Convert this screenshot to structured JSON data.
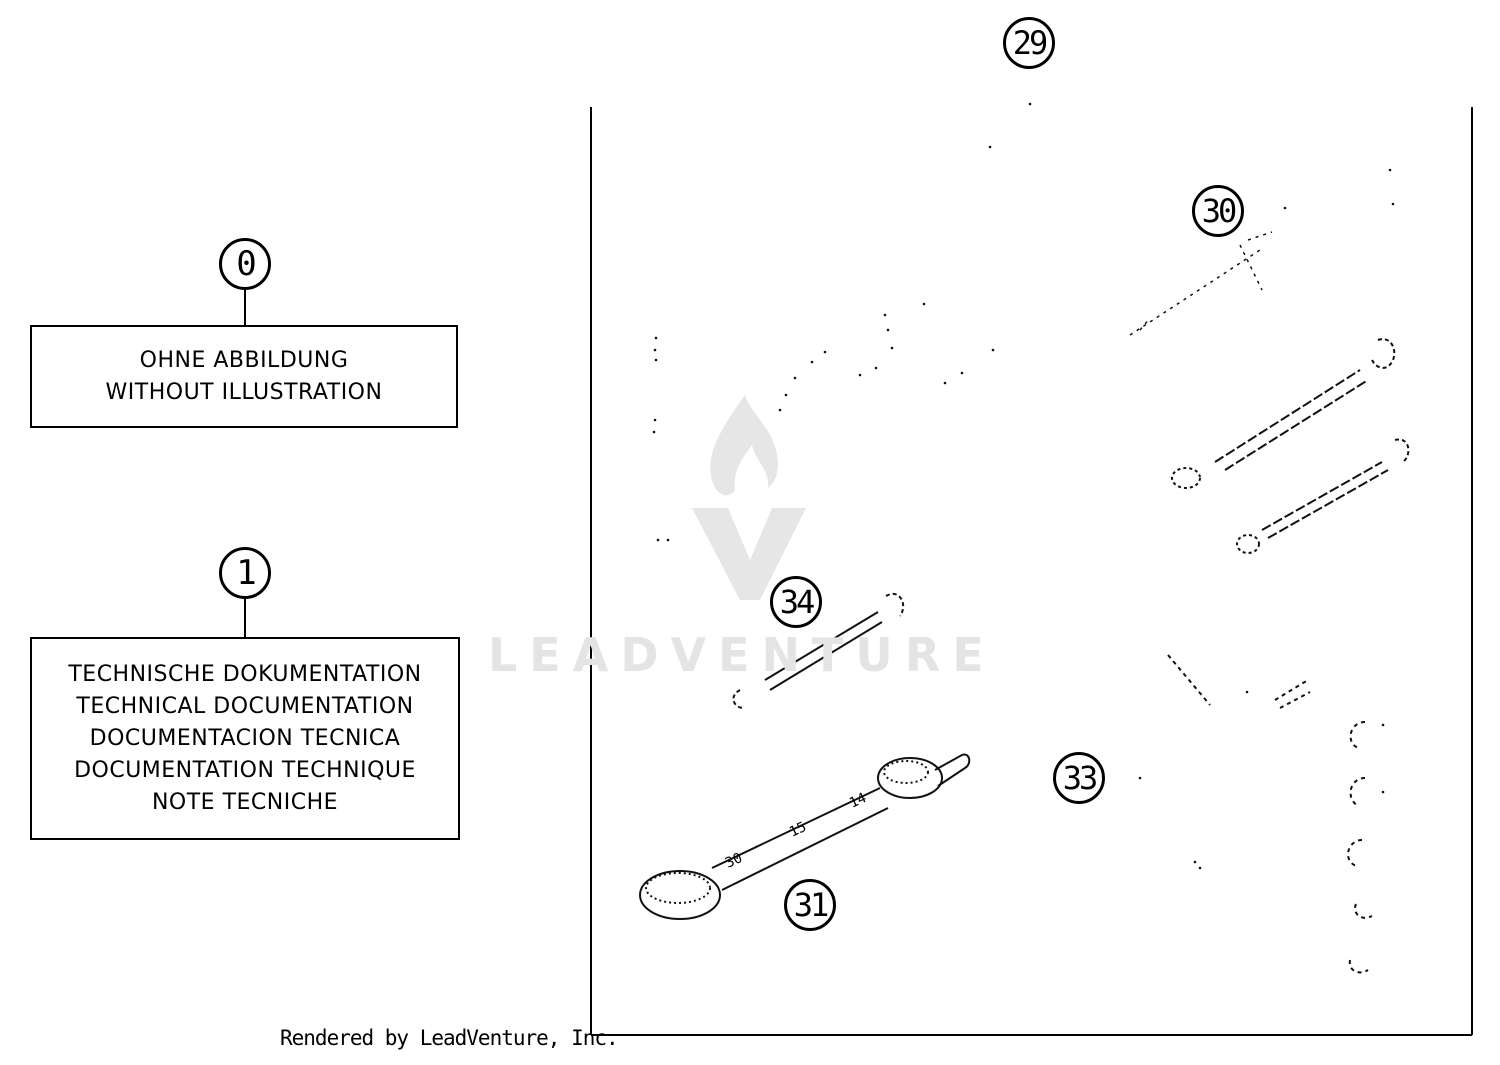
{
  "callouts": {
    "c0": "0",
    "c1": "1",
    "c29": "29",
    "c30": "30",
    "c31": "31",
    "c33": "33",
    "c34": "34"
  },
  "box0": {
    "lines": [
      "OHNE ABBILDUNG",
      "WITHOUT ILLUSTRATION"
    ]
  },
  "box1": {
    "lines": [
      "TECHNISCHE DOKUMENTATION",
      "TECHNICAL DOCUMENTATION",
      "DOCUMENTACION TECNICA",
      "DOCUMENTATION TECHNIQUE",
      "NOTE TECNICHE"
    ]
  },
  "wrench_marks": [
    "30",
    "15",
    "14"
  ],
  "watermark": "LEADVENTURE",
  "footer": "Rendered by LeadVenture, Inc."
}
